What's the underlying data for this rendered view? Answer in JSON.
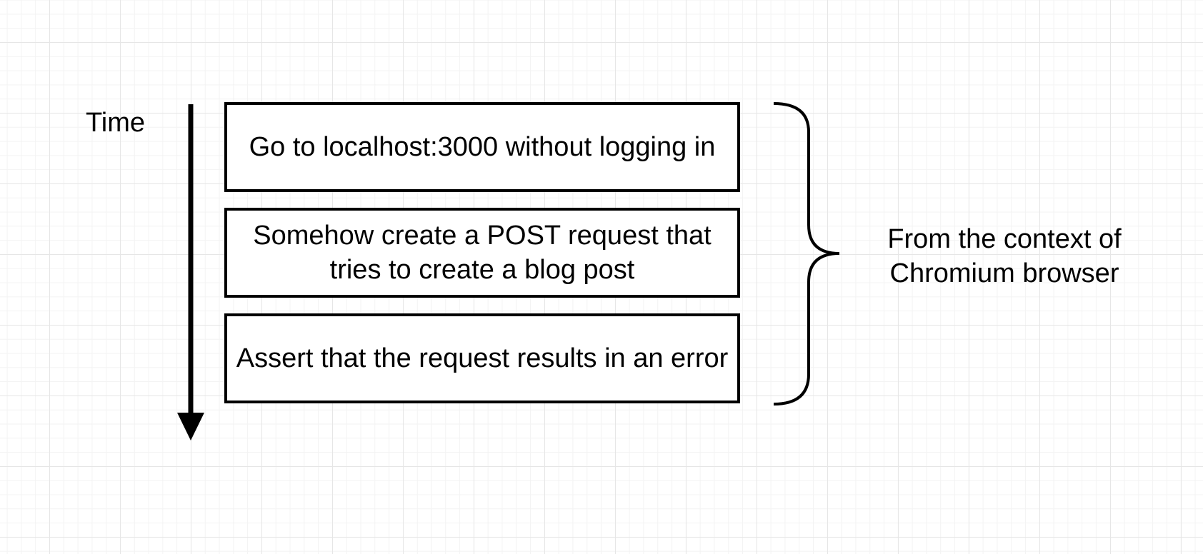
{
  "diagram": {
    "time_label": "Time",
    "steps": [
      {
        "text": "Go to localhost:3000 without logging in"
      },
      {
        "text": "Somehow create a POST request that tries to create a blog post"
      },
      {
        "text": "Assert that the request results in an error"
      }
    ],
    "context_label": "From the context of Chromium browser"
  }
}
